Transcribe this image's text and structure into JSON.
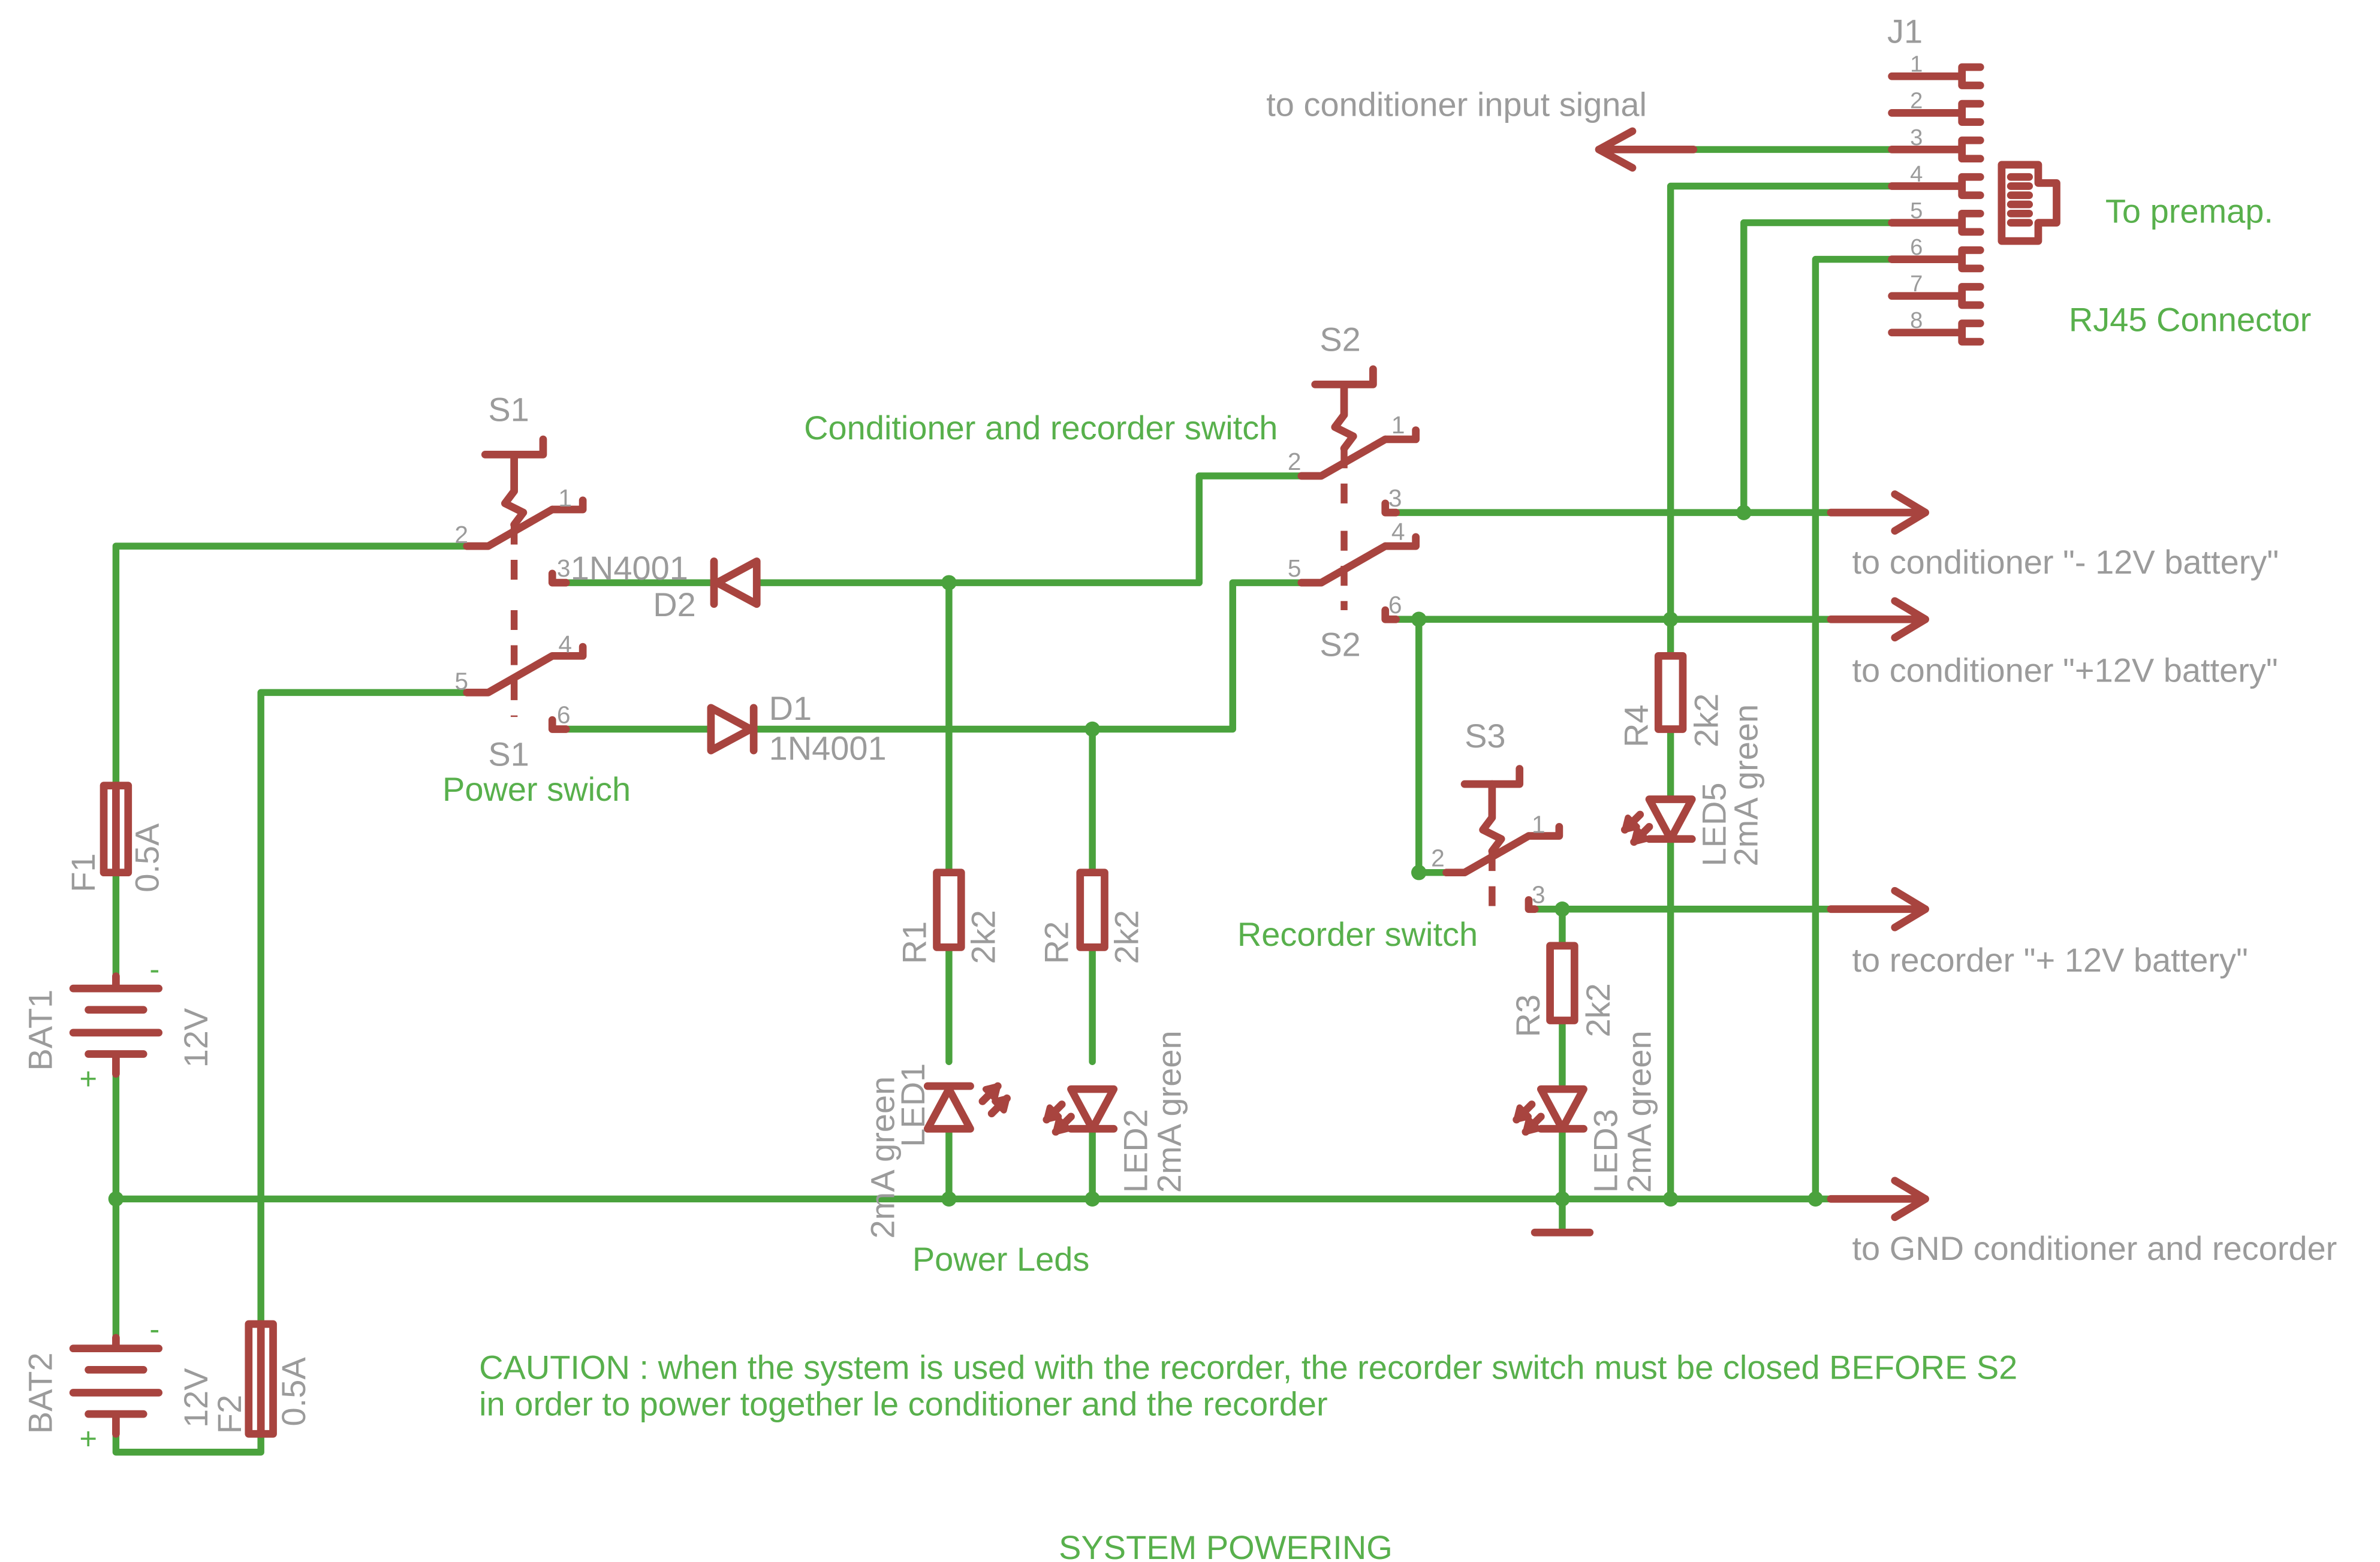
{
  "title": "SYSTEM POWERING",
  "caution": [
    "CAUTION : when the system is used with the recorder, the recorder switch must be closed BEFORE S2",
    "in order to power together le conditioner and the recorder"
  ],
  "labels": {
    "power_switch": "Power swich",
    "cond_rec_switch": "Conditioner and recorder switch",
    "recorder_switch": "Recorder switch",
    "power_leds": "Power Leds",
    "to_premap": "To premap.",
    "rj45": "RJ45 Connector"
  },
  "outputs": {
    "input_signal": "to conditioner input signal",
    "minus12": "to conditioner \"- 12V battery\"",
    "plus12": "to conditioner \"+12V battery\"",
    "recorder": "to recorder \"+ 12V battery\"",
    "gnd": "to GND conditioner and recorder"
  },
  "connector": {
    "name": "J1",
    "pins": [
      "1",
      "2",
      "3",
      "4",
      "5",
      "6",
      "7",
      "8"
    ]
  },
  "switches": {
    "s1": {
      "name": "S1",
      "pins": [
        "1",
        "2",
        "3",
        "4",
        "5",
        "6"
      ]
    },
    "s2": {
      "name": "S2",
      "pins": [
        "1",
        "2",
        "3",
        "4",
        "5",
        "6"
      ]
    },
    "s3": {
      "name": "S3",
      "pins": [
        "1",
        "2",
        "3"
      ]
    }
  },
  "diodes": {
    "d1": {
      "name": "D1",
      "value": "1N4001"
    },
    "d2": {
      "name": "D2",
      "value": "1N4001"
    }
  },
  "fuses": {
    "f1": {
      "name": "F1",
      "value": "0.5A"
    },
    "f2": {
      "name": "F2",
      "value": "0.5A"
    }
  },
  "batteries": {
    "bat1": {
      "name": "BAT1",
      "value": "12V"
    },
    "bat2": {
      "name": "BAT2",
      "value": "12V"
    },
    "minus": "-",
    "plus": "+"
  },
  "resistors": {
    "r1": {
      "name": "R1",
      "value": "2k2"
    },
    "r2": {
      "name": "R2",
      "value": "2k2"
    },
    "r3": {
      "name": "R3",
      "value": "2k2"
    },
    "r4": {
      "name": "R4",
      "value": "2k2"
    }
  },
  "leds": {
    "led1": {
      "name": "LED1",
      "value": "2mA green"
    },
    "led2": {
      "name": "LED2",
      "value": "2mA green"
    },
    "led3": {
      "name": "LED3",
      "value": "2mA green"
    },
    "led5": {
      "name": "LED5",
      "value": "2mA green"
    }
  },
  "colors": {
    "wire": "#4aa23d",
    "symbol": "#a8443f",
    "net_label": "#58b04c",
    "part_label": "#9b9b9b"
  }
}
